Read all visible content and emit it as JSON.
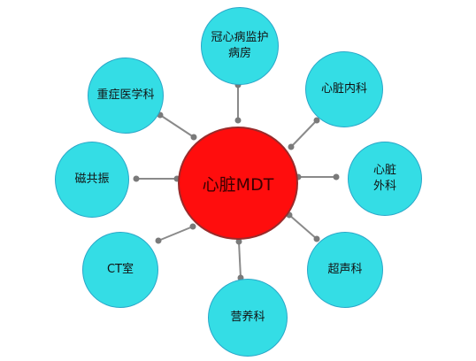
{
  "center": {
    "label": "心脏MDT",
    "color": "#ff0d0d"
  },
  "departments": [
    {
      "label": "冠心病监护\n病房"
    },
    {
      "label": "心脏内科"
    },
    {
      "label": "心脏\n外科"
    },
    {
      "label": "超声科"
    },
    {
      "label": "营养科"
    },
    {
      "label": "CT室"
    },
    {
      "label": "磁共振"
    },
    {
      "label": "重症医学科"
    }
  ],
  "colors": {
    "satellite": "#34dde5",
    "connector": "#8a8a8a",
    "dot": "#7a7a7a"
  }
}
